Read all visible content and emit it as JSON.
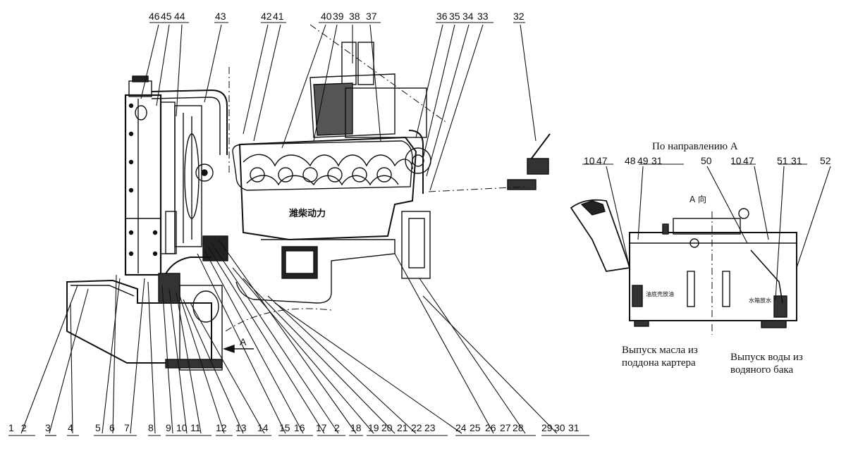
{
  "top_labels": [
    "46",
    "45",
    "44",
    "43",
    "42",
    "41",
    "40",
    "39",
    "38",
    "37",
    "36",
    "35",
    "34",
    "33",
    "32"
  ],
  "bottom_labels": [
    "1",
    "2",
    "3",
    "4",
    "5",
    "6",
    "7",
    "8",
    "9",
    "10",
    "11",
    "12",
    "13",
    "14",
    "15",
    "16",
    "17",
    "2",
    "18",
    "19",
    "20",
    "21",
    "22",
    "23",
    "24",
    "25",
    "26",
    "27",
    "28",
    "29",
    "30",
    "31"
  ],
  "view_a_labels": [
    "10",
    "47",
    "48",
    "49",
    "31",
    "50",
    "10",
    "47",
    "51",
    "31",
    "52"
  ],
  "view_a_title": "По направлению А",
  "direction_mark": "A",
  "view_a_cn": "A 向",
  "engine_brand": "潍柴动力",
  "oil_drain_cn": "油底壳放油",
  "water_drain_cn": "水箱放水",
  "caption_oil": "Выпуск масла из\nподдона картера",
  "caption_water": "Выпуск воды из\nводяного бака"
}
